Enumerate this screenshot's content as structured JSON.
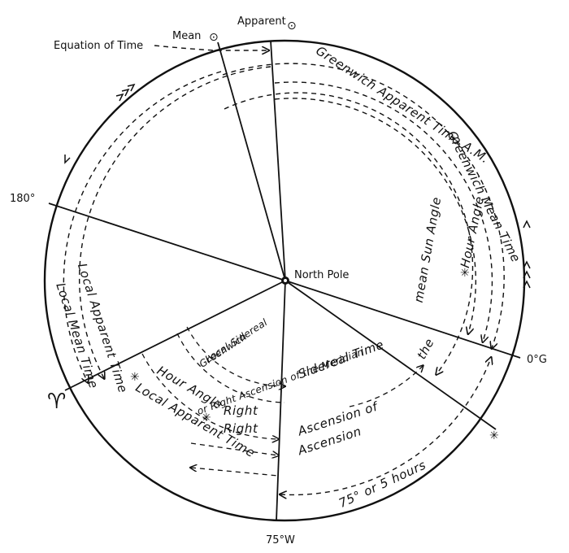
{
  "labels": {
    "apparent": "Apparent",
    "mean": "Mean",
    "equation_of_time": "Equation of Time",
    "north_pole": "North Pole",
    "deg_180": "180°",
    "deg_0": "0°G",
    "deg_75w": "75°W",
    "star_symbol": "✳",
    "sun_symbol": "⊙",
    "aries_symbol": "♈",
    "greenwich_apparent_am": "Greenwich Apparent Time A.M.",
    "greenwich_mean_time": "Greenwich Mean Time",
    "hour_angle_star_east": "Hour Angle",
    "mean_sun_angle": "mean Sun Angle",
    "local_apparent_time": "Local Apparent Time",
    "local_mean_time": "Local Mean Time",
    "hour_angle_star_west": "Hour Angle",
    "local_sidereal": "Local Sidereal",
    "greenwich": "Greenwich",
    "or_right_ascension_meridian": "or Right Ascension of the Meridian",
    "sidereal_time": "Sidereal Time",
    "right_ascension_1": "Right",
    "right_ascension_2": "Right",
    "ascension_of": "Ascension of",
    "ascension": "Ascension",
    "the": "the",
    "five_hours": "75° or 5 hours"
  }
}
